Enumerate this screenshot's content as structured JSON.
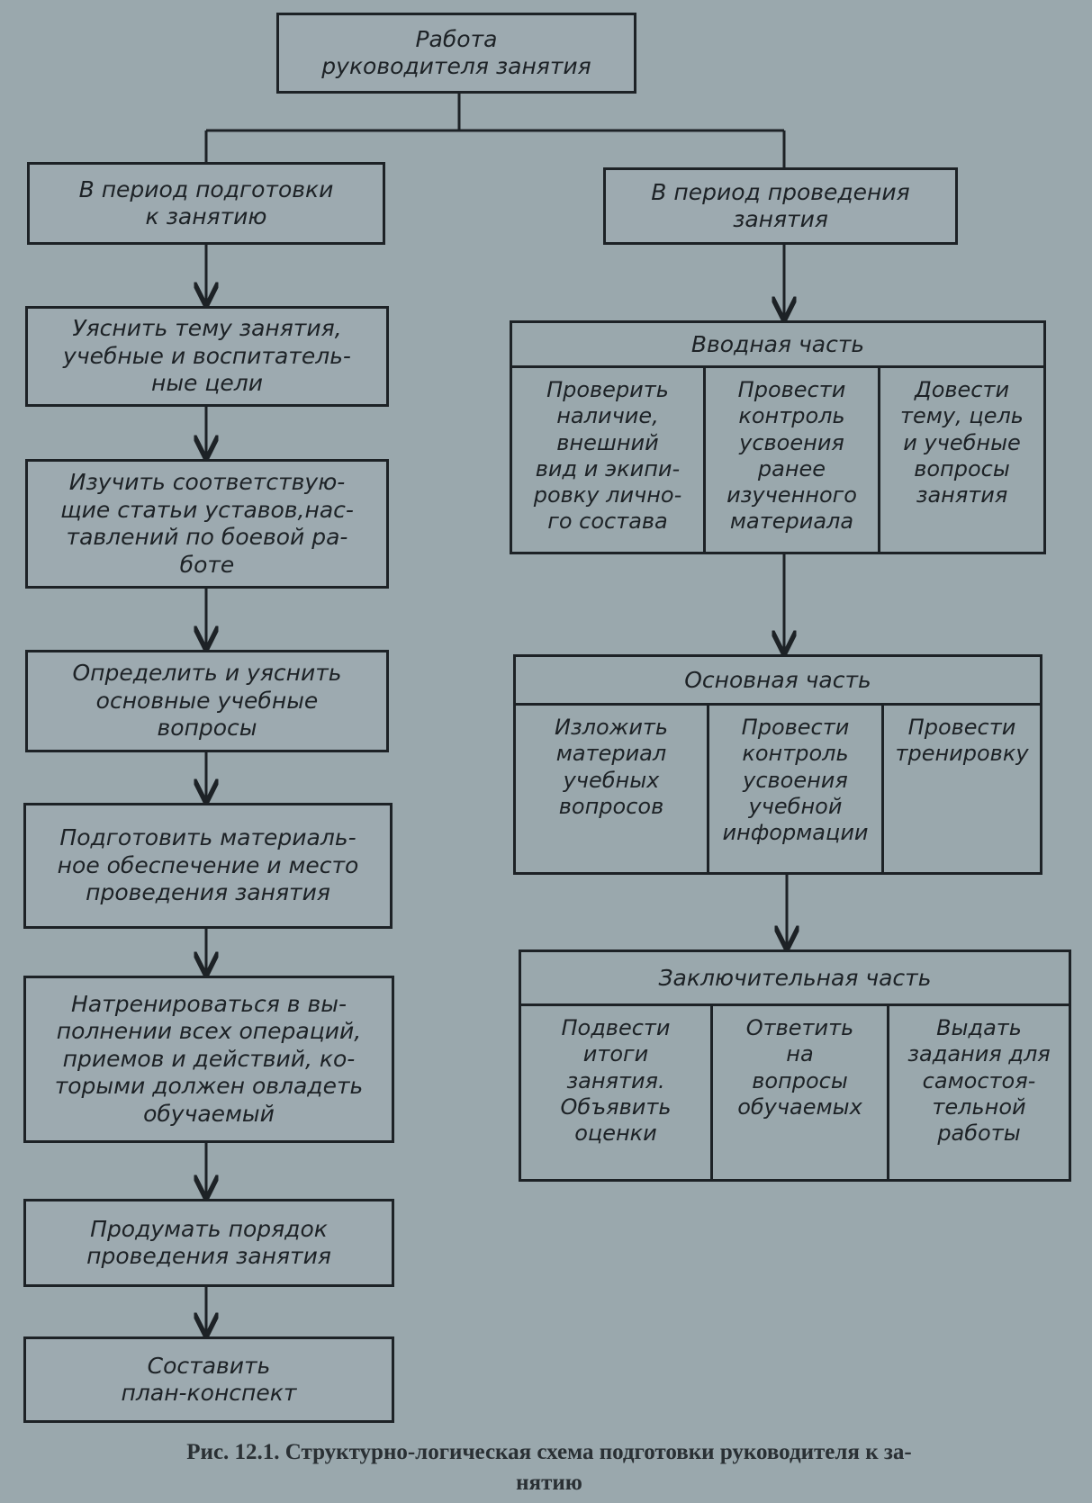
{
  "root": "Работа\nруководителя занятия",
  "left_branch": {
    "title": "В период подготовки\nк занятию",
    "steps": [
      "Уяснить тему занятия,\nучебные и воспитатель-\nные цели",
      "Изучить соответствую-\nщие статьи уставов,нас-\nтавлений по боевой ра-\nботе",
      "Определить и уяснить\nосновные учебные\nвопросы",
      "Подготовить материаль-\nное обеспечение и место\nпроведения занятия",
      "Натренироваться в вы-\nполнении всех операций,\nприемов и действий, ко-\nторыми должен овладеть\nобучаемый",
      "Продумать порядок\nпроведения занятия",
      "Составить\nплан-конспект"
    ]
  },
  "right_branch": {
    "title": "В период проведения\nзанятия",
    "parts": [
      {
        "title": "Вводная часть",
        "items": [
          "Проверить\nналичие,\nвнешний\nвид и экипи-\nровку лично-\nго состава",
          "Провести\nконтроль\nусвоения\nранее\nизученного\nматериала",
          "Довести\nтему, цель\nи учебные\nвопросы\nзанятия"
        ]
      },
      {
        "title": "Основная часть",
        "items": [
          "Изложить\nматериал\nучебных\nвопросов",
          "Провести\nконтроль\nусвоения\nучебной\nинформации",
          "Провести\nтренировку"
        ]
      },
      {
        "title": "Заключительная часть",
        "items": [
          "Подвести\nитоги\nзанятия.\nОбъявить\nоценки",
          "Ответить\nна\nвопросы\nобучаемых",
          "Выдать\nзадания для\nсамостоя-\nтельной\nработы"
        ]
      }
    ]
  },
  "caption": "Рис. 12.1. Структурно-логическая схема подготовки руководителя к за-\nнятию"
}
